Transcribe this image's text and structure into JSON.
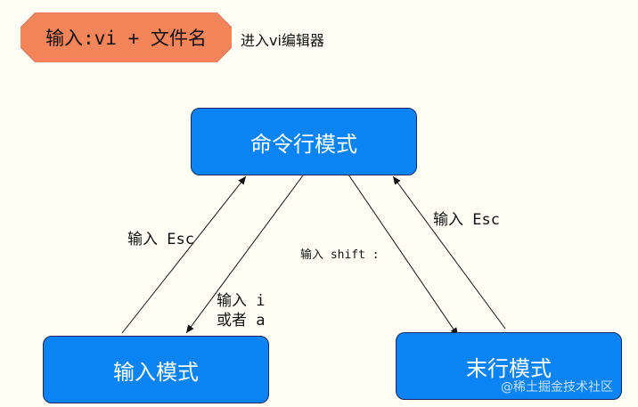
{
  "banner": {
    "command": "输入:vi + 文件名",
    "description": "进入vi编辑器"
  },
  "nodes": {
    "command_mode": "命令行模式",
    "insert_mode": "输入模式",
    "last_line_mode": "末行模式"
  },
  "edges": {
    "insert_to_command": "输入 Esc",
    "command_to_insert_line1": "输入 i",
    "command_to_insert_line2": "或者 a",
    "command_to_last_line": "输入 shift :",
    "last_line_to_command": "输入 Esc"
  },
  "watermark": "@稀土掘金技术社区",
  "colors": {
    "node_fill": "#0a84f5",
    "banner_fill": "#f4855a",
    "background": "#fffff6"
  }
}
